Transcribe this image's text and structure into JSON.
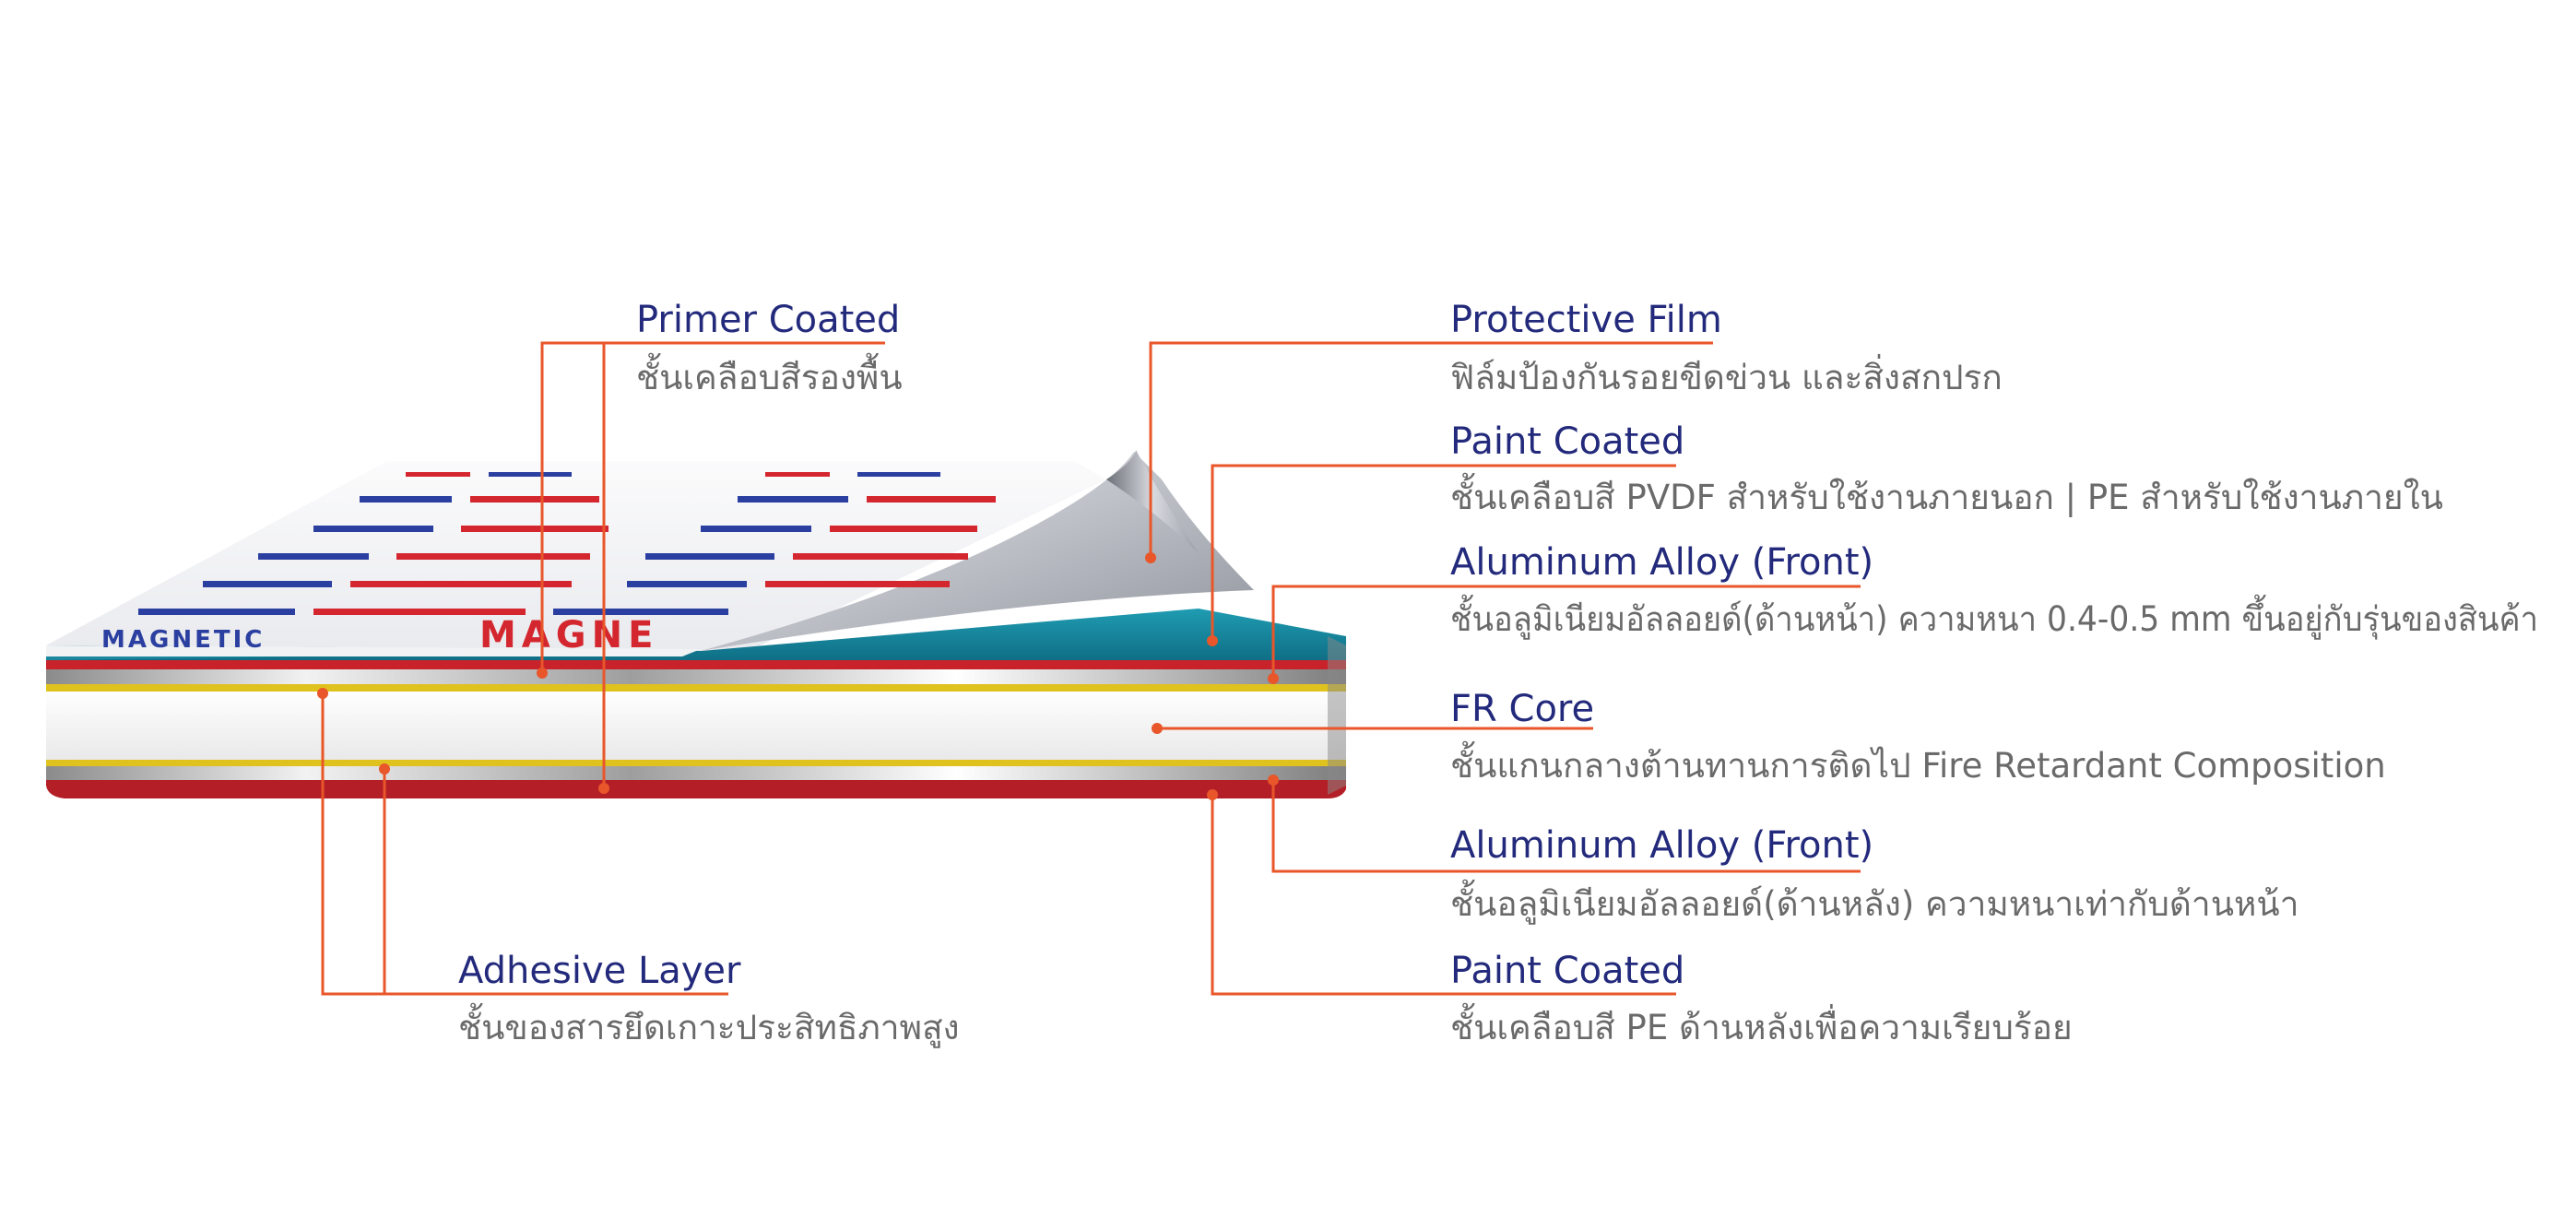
{
  "diagram": {
    "title": "ACP panel layer structure",
    "colors": {
      "leader": "#e8562a",
      "title_text": "#232a7c",
      "desc_text": "#6a6a6a",
      "teal_paint": "#1a8fa5",
      "red_layer": "#d4262e",
      "gold_layer": "#e0c21e",
      "core": "#f3f3f3",
      "film": "#c9ccd2",
      "logo_blue": "#2a3fa0",
      "logo_red": "#d4262e"
    },
    "film_print": {
      "brand": "MAGNE",
      "brand_full": "MAGNETIC"
    },
    "labels": {
      "primer": {
        "title": "Primer Coated",
        "desc": "ชั้นเคลือบสีรองพื้น"
      },
      "adhesive": {
        "title": "Adhesive Layer",
        "desc": "ชั้นของสารยึดเกาะประสิทธิภาพสูง"
      },
      "protective": {
        "title": "Protective Film",
        "desc": "ฟิล์มป้องกันรอยขีดข่วน และสิ่งสกปรก"
      },
      "paint_front": {
        "title": "Paint Coated",
        "desc": "ชั้นเคลือบสี PVDF สำหรับใช้งานภายนอก | PE สำหรับใช้งานภายใน"
      },
      "alu_front": {
        "title": "Aluminum Alloy (Front)",
        "desc": "ชั้นอลูมิเนียมอัลลอยด์(ด้านหน้า) ความหนา 0.4-0.5 mm ขึ้นอยู่กับรุ่นของสินค้า"
      },
      "fr_core": {
        "title": "FR Core",
        "desc": "ชั้นแกนกลางต้านทานการติดไป Fire Retardant Composition"
      },
      "alu_back": {
        "title": "Aluminum Alloy (Front)",
        "desc": "ชั้นอลูมิเนียมอัลลอยด์(ด้านหลัง) ความหนาเท่ากับด้านหน้า"
      },
      "paint_back": {
        "title": "Paint Coated",
        "desc": "ชั้นเคลือบสี PE ด้านหลังเพื่อความเรียบร้อย"
      }
    }
  }
}
